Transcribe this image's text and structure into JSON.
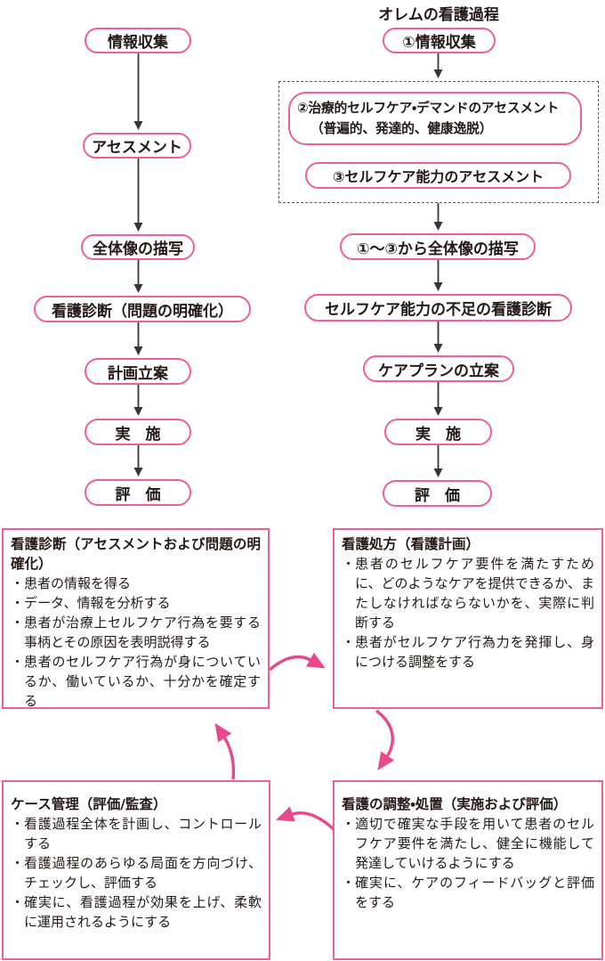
{
  "page_title": "オレムの看護過程",
  "ui": {
    "bullet_char": "・"
  },
  "colors": {
    "box_border_pink": "#ee5f96",
    "cycle_arrow_pink": "#e9488d",
    "flow_arrow_black": "#3a3432",
    "text": "#231815"
  },
  "left_flow": {
    "steps": [
      "情報収集",
      "アセスメント",
      "全体像の描写",
      "看護診断（問題の明確化）",
      "計画立案",
      "実　施",
      "評　価"
    ]
  },
  "right_flow": {
    "title": "オレムの看護過程",
    "step1": "①情報収集",
    "step2_line1": "②治療的セルフケア・デマンドのアセスメント",
    "step2_line2": "（普遍的、発達的、健康逸脱）",
    "step3": "③セルフケア能力のアセスメント",
    "step4": "①～③から全体像の描写",
    "step5": "セルフケア能力の不足の看護診断",
    "step6": "ケアプランの立案",
    "step7": "実　施",
    "step8": "評　価"
  },
  "cycle_boxes": [
    {
      "title": "看護診断（アセスメントおよび問題の明確化）",
      "bullets": [
        "患者の情報を得る",
        "データ、情報を分析する",
        "患者が治療上セルフケア行為を要する事柄とその原因を表明説得する",
        "患者のセルフケア行為が身についているか、働いているか、十分かを確定する"
      ]
    },
    {
      "title": "看護処方（看護計画）",
      "bullets": [
        "患者のセルフケア要件を満たすために、どのようなケアを提供できるか、またしなければならないかを、実際に判断する",
        "患者がセルフケア行為力を発揮し、身につける調整をする"
      ]
    },
    {
      "title": "ケース管理（評価/監査）",
      "bullets": [
        "看護過程全体を計画し、コントロールする",
        "看護過程のあらゆる局面を方向づけ、チェックし、評価する",
        "確実に、看護過程が効果を上げ、柔軟に運用されるようにする"
      ]
    },
    {
      "title": "看護の調整・処置（実施および評価）",
      "bullets": [
        "適切で確実な手段を用いて患者のセルフケア要件を満たし、健全に機能して発達していけるようにする",
        "確実に、ケアのフィードバッグと評価をする"
      ]
    }
  ]
}
